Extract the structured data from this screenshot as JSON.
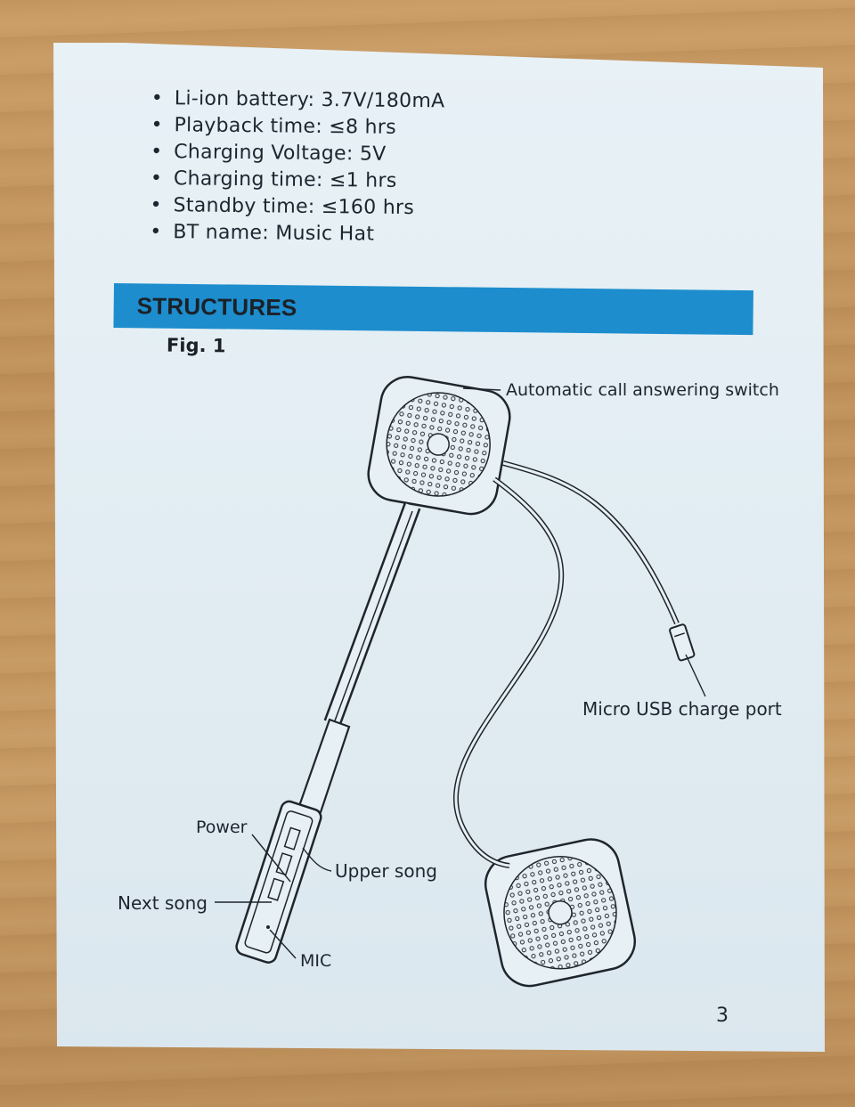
{
  "specs": [
    "Li-ion battery: 3.7V/180mA",
    "Playback time: ≤8 hrs",
    "Charging Voltage: 5V",
    "Charging time: ≤1 hrs",
    "Standby time: ≤160 hrs",
    "BT name: Music Hat"
  ],
  "bullet": "•",
  "section_title": "STRUCTURES",
  "fig_label": "Fig. 1",
  "callouts": {
    "auto_answer": "Automatic call answering switch",
    "usb_port": "Micro USB charge port",
    "power": "Power",
    "upper_song": "Upper song",
    "next_song": "Next song",
    "mic": "MIC"
  },
  "page_number": "3",
  "colors": {
    "section_bar": "#1d8dcd",
    "paper": "#e4eef4",
    "table": "#c39660",
    "ink": "#1d2530"
  }
}
